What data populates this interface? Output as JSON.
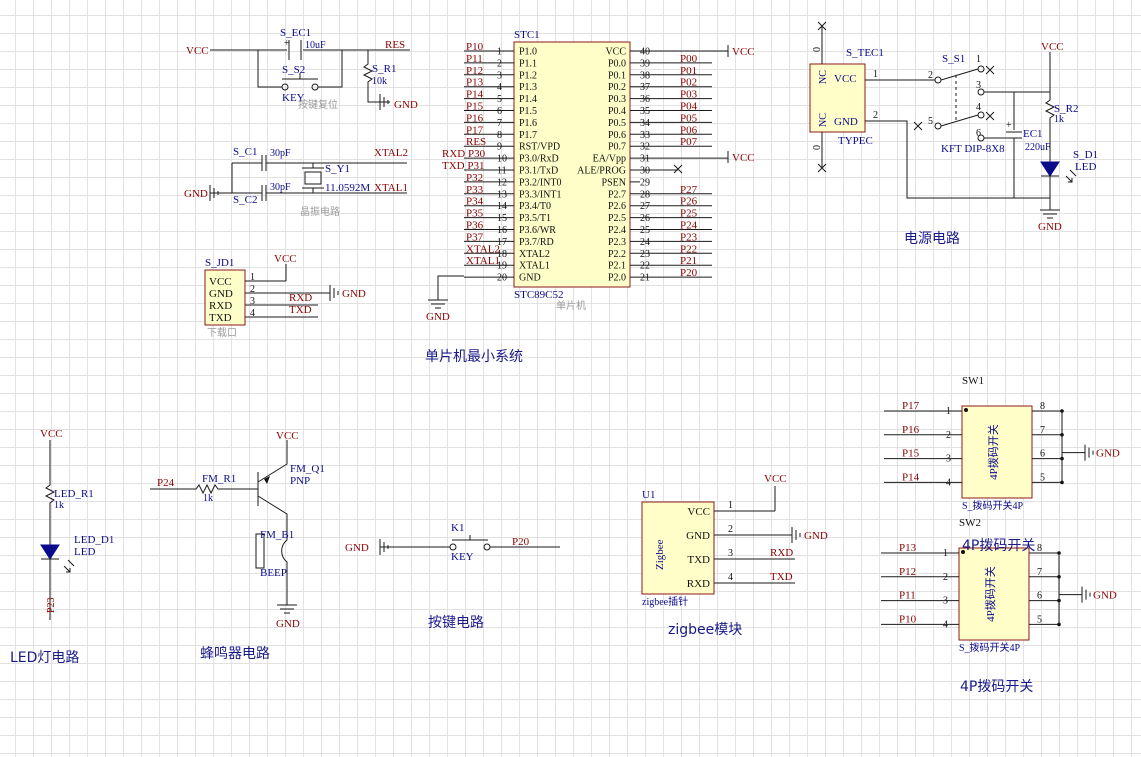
{
  "mcu": {
    "designator": "STC1",
    "part": "STC89C52",
    "desc": "单片机",
    "left_pins": [
      {
        "num": "1",
        "name": "P1.0",
        "net": "P10"
      },
      {
        "num": "2",
        "name": "P1.1",
        "net": "P11"
      },
      {
        "num": "3",
        "name": "P1.2",
        "net": "P12"
      },
      {
        "num": "4",
        "name": "P1.3",
        "net": "P13"
      },
      {
        "num": "5",
        "name": "P1.4",
        "net": "P14"
      },
      {
        "num": "6",
        "name": "P1.5",
        "net": "P15"
      },
      {
        "num": "7",
        "name": "P1.6",
        "net": "P16"
      },
      {
        "num": "8",
        "name": "P1.7",
        "net": "P17"
      },
      {
        "num": "9",
        "name": "RST/VPD",
        "net": "RES"
      },
      {
        "num": "10",
        "name": "P3.0/RxD",
        "net": "RXD P30"
      },
      {
        "num": "11",
        "name": "P3.1/TxD",
        "net": "TXD P31"
      },
      {
        "num": "12",
        "name": "P3.2/INT0",
        "net": "P32"
      },
      {
        "num": "13",
        "name": "P3.3/INT1",
        "net": "P33"
      },
      {
        "num": "14",
        "name": "P3.4/T0",
        "net": "P34"
      },
      {
        "num": "15",
        "name": "P3.5/T1",
        "net": "P35"
      },
      {
        "num": "16",
        "name": "P3.6/WR",
        "net": "P36"
      },
      {
        "num": "17",
        "name": "P3.7/RD",
        "net": "P37"
      },
      {
        "num": "18",
        "name": "XTAL2",
        "net": "XTAL2"
      },
      {
        "num": "19",
        "name": "XTAL1",
        "net": "XTAL1"
      },
      {
        "num": "20",
        "name": "GND",
        "net": ""
      }
    ],
    "right_pins": [
      {
        "num": "40",
        "name": "VCC",
        "net": ""
      },
      {
        "num": "39",
        "name": "P0.0",
        "net": "P00"
      },
      {
        "num": "38",
        "name": "P0.1",
        "net": "P01"
      },
      {
        "num": "37",
        "name": "P0.2",
        "net": "P02"
      },
      {
        "num": "36",
        "name": "P0.3",
        "net": "P03"
      },
      {
        "num": "35",
        "name": "P0.4",
        "net": "P04"
      },
      {
        "num": "34",
        "name": "P0.5",
        "net": "P05"
      },
      {
        "num": "33",
        "name": "P0.6",
        "net": "P06"
      },
      {
        "num": "32",
        "name": "P0.7",
        "net": "P07"
      },
      {
        "num": "31",
        "name": "EA/Vpp",
        "net": ""
      },
      {
        "num": "30",
        "name": "ALE/PROG",
        "net": ""
      },
      {
        "num": "29",
        "name": "PSEN",
        "net": ""
      },
      {
        "num": "28",
        "name": "P2.7",
        "net": "P27"
      },
      {
        "num": "27",
        "name": "P2.6",
        "net": "P26"
      },
      {
        "num": "26",
        "name": "P2.5",
        "net": "P25"
      },
      {
        "num": "25",
        "name": "P2.4",
        "net": "P24"
      },
      {
        "num": "24",
        "name": "P2.3",
        "net": "P23"
      },
      {
        "num": "23",
        "name": "P2.2",
        "net": "P22"
      },
      {
        "num": "22",
        "name": "P2.1",
        "net": "P21"
      },
      {
        "num": "21",
        "name": "P2.0",
        "net": "P20"
      }
    ]
  },
  "nets": {
    "vcc": "VCC",
    "gnd": "GND",
    "res": "RES",
    "xtal1": "XTAL1",
    "xtal2": "XTAL2",
    "rxd": "RXD",
    "txd": "TXD",
    "p24": "P24",
    "p23": "P23",
    "p20": "P20"
  },
  "reset": {
    "cap": "S_EC1",
    "cap_val": "10uF",
    "sw": "S_S2",
    "sw_val": "KEY",
    "res": "S_R1",
    "res_val": "10k",
    "title": "按键复位",
    "plus": "+"
  },
  "crystal": {
    "c1": "S_C1",
    "c1_val": "30pF",
    "c2": "S_C2",
    "c2_val": "30pF",
    "xtal": "S_Y1",
    "xtal_val": "11.0592M",
    "title": "晶振电路"
  },
  "jd": {
    "designator": "S_JD1",
    "pins": [
      "VCC",
      "GND",
      "RXD",
      "TXD"
    ],
    "nums": [
      "1",
      "2",
      "3",
      "4"
    ],
    "desc": "下载口"
  },
  "power": {
    "usb": "S_TEC1",
    "usb_vcc": "VCC",
    "usb_gnd": "GND",
    "nc": "NC",
    "zero": "0",
    "usb_part": "TYPEC",
    "p1": "1",
    "p2": "2",
    "sw": "S_S1",
    "sw_part": "KFT DIP-8X8",
    "sw_nums": [
      "1",
      "2",
      "3",
      "4",
      "5",
      "6"
    ],
    "r": "S_R2",
    "r_val": "1k",
    "ec": "EC1",
    "ec_val": "220uF",
    "plus": "+",
    "led": "S_D1",
    "led_val": "LED",
    "title": "电源电路"
  },
  "sw1": {
    "designator": "SW1",
    "body": "4P拨码开关",
    "desc": "S_拨码开关4P",
    "left": [
      {
        "net": "P17",
        "n": "1"
      },
      {
        "net": "P16",
        "n": "2"
      },
      {
        "net": "P15",
        "n": "3"
      },
      {
        "net": "P14",
        "n": "4"
      }
    ],
    "right": [
      "8",
      "7",
      "6",
      "5"
    ]
  },
  "sw1_title": "4P拨码开关",
  "sw2": {
    "designator": "SW2",
    "body": "4P拨码开关",
    "desc": "S_拨码开关4P",
    "left": [
      {
        "net": "P13",
        "n": "1"
      },
      {
        "net": "P12",
        "n": "2"
      },
      {
        "net": "P11",
        "n": "3"
      },
      {
        "net": "P10",
        "n": "4"
      }
    ],
    "right": [
      "8",
      "7",
      "6",
      "5"
    ]
  },
  "sw2_title": "4P拨码开关",
  "led": {
    "r": "LED_R1",
    "r_val": "1k",
    "d": "LED_D1",
    "d_val": "LED",
    "title": "LED灯电路"
  },
  "buzzer": {
    "r": "FM_R1",
    "r_val": "1k",
    "q": "FM_Q1",
    "q_val": "PNP",
    "b": "FM_B1",
    "b_val": "BEEP",
    "title": "蜂鸣器电路"
  },
  "key": {
    "designator": "K1",
    "val": "KEY",
    "title": "按键电路"
  },
  "zigbee": {
    "designator": "U1",
    "body": "Zigbee",
    "desc": "zigbee插针",
    "pins": [
      "VCC",
      "GND",
      "TXD",
      "RXD"
    ],
    "nums": [
      "1",
      "2",
      "3",
      "4"
    ],
    "title": "zigbee模块"
  },
  "mcu_title": "单片机最小系统"
}
